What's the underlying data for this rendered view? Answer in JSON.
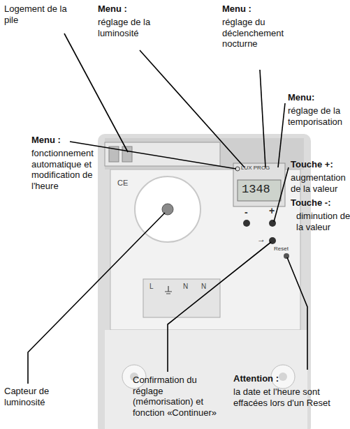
{
  "diagram": {
    "labels": [
      "Logement de la pile",
      "Menu :",
      "réglage de la luminosité",
      "Menu :",
      "réglage du déclenchement nocturne",
      "Menu:",
      "réglage de la temporisation",
      "Menu :",
      "fonctionnement automatique et modification de l'heure",
      "Touche +:",
      "augmentation de la valeur",
      "Touche -:",
      "diminution de la valeur",
      "Capteur de luminosité",
      "Confirmation du réglage (mémorisation) et fonction «Continuer»",
      "Attention :",
      "la date et l'heure sont effacées lors d'un Reset",
      "CE",
      "LUX PROG",
      "1348",
      "-",
      "+",
      "→",
      "Reset",
      "L",
      "N",
      "N"
    ]
  }
}
